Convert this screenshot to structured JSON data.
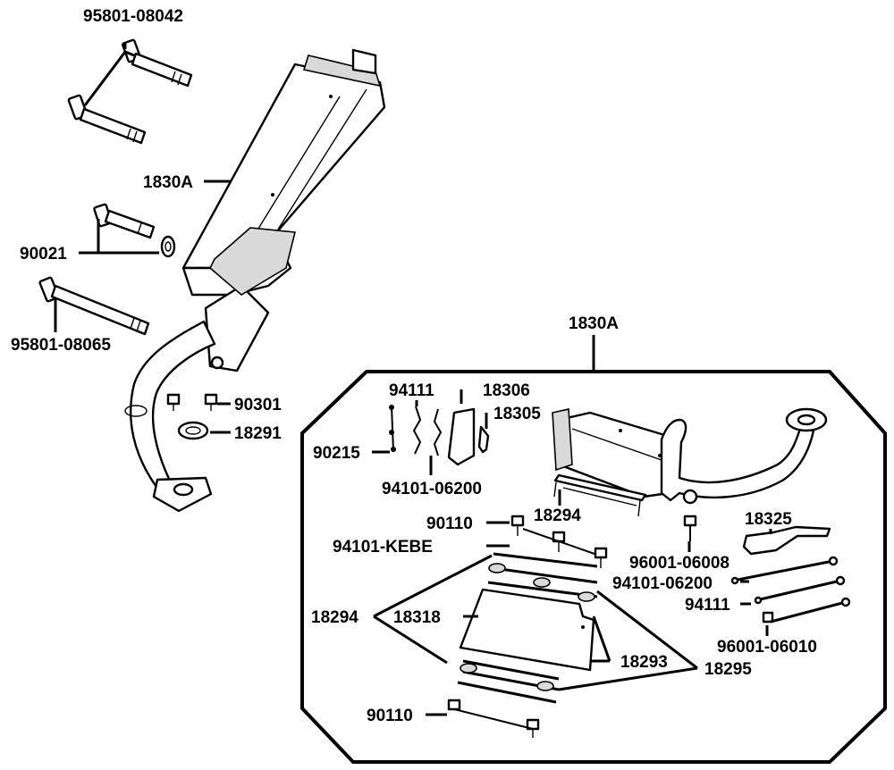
{
  "labels": {
    "p95801_08042": "95801-08042",
    "p1830A_main": "1830A",
    "p90021": "90021",
    "p95801_08065": "95801-08065",
    "p90301": "90301",
    "p18291": "18291",
    "p1830A_kit": "1830A",
    "p94111_top": "94111",
    "p18306": "18306",
    "p18305": "18305",
    "p90215": "90215",
    "p94101_06200_top": "94101-06200",
    "p18294_top": "18294",
    "p90110_top": "90110",
    "p94101_KEBE": "94101-KEBE",
    "p18325": "18325",
    "p96001_06008": "96001-06008",
    "p94101_06200_right": "94101-06200",
    "p94111_right": "94111",
    "p96001_06010": "96001-06010",
    "p18294_left": "18294",
    "p18318": "18318",
    "p18293": "18293",
    "p18295": "18295",
    "p90110_bottom": "90110"
  }
}
